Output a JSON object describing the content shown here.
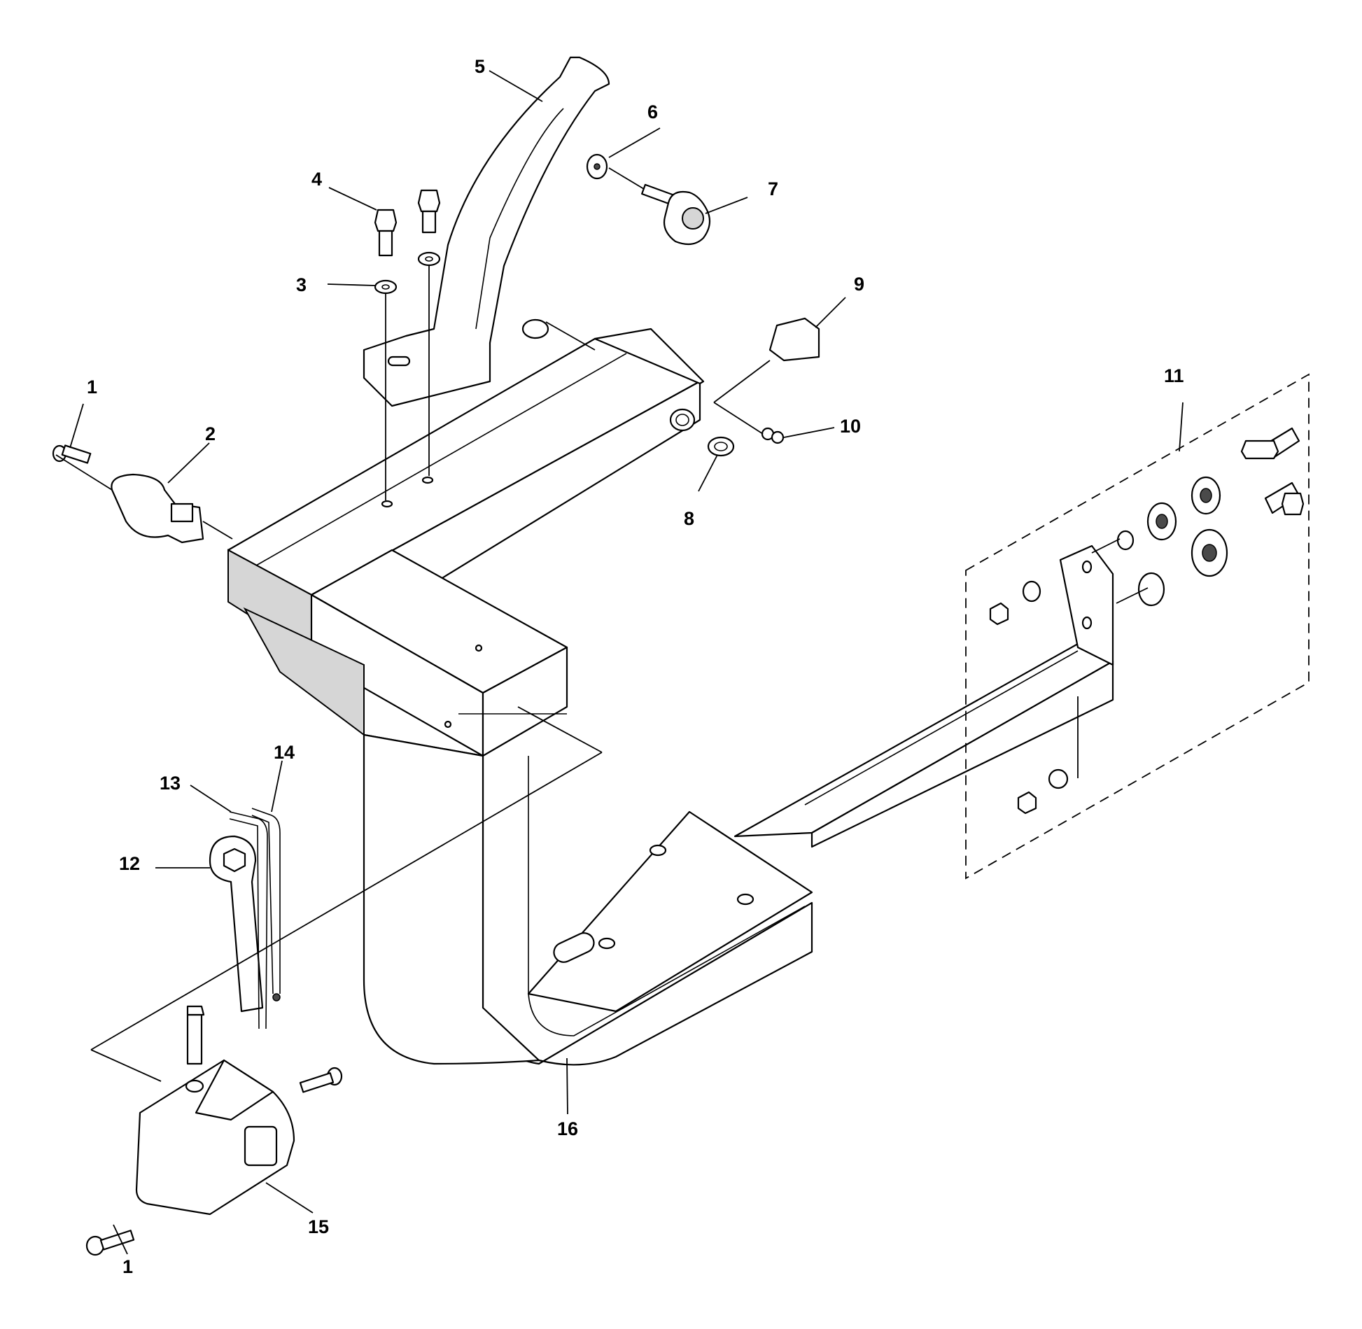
{
  "callouts": [
    {
      "id": "c1a",
      "text": "1"
    },
    {
      "id": "c2",
      "text": "2"
    },
    {
      "id": "c3",
      "text": "3"
    },
    {
      "id": "c4",
      "text": "4"
    },
    {
      "id": "c5",
      "text": "5"
    },
    {
      "id": "c6",
      "text": "6"
    },
    {
      "id": "c7",
      "text": "7"
    },
    {
      "id": "c8",
      "text": "8"
    },
    {
      "id": "c9",
      "text": "9"
    },
    {
      "id": "c10",
      "text": "10"
    },
    {
      "id": "c11",
      "text": "11"
    },
    {
      "id": "c12",
      "text": "12"
    },
    {
      "id": "c13",
      "text": "13"
    },
    {
      "id": "c14",
      "text": "14"
    },
    {
      "id": "c15",
      "text": "15"
    },
    {
      "id": "c16",
      "text": "16"
    },
    {
      "id": "c1b",
      "text": "1"
    }
  ]
}
